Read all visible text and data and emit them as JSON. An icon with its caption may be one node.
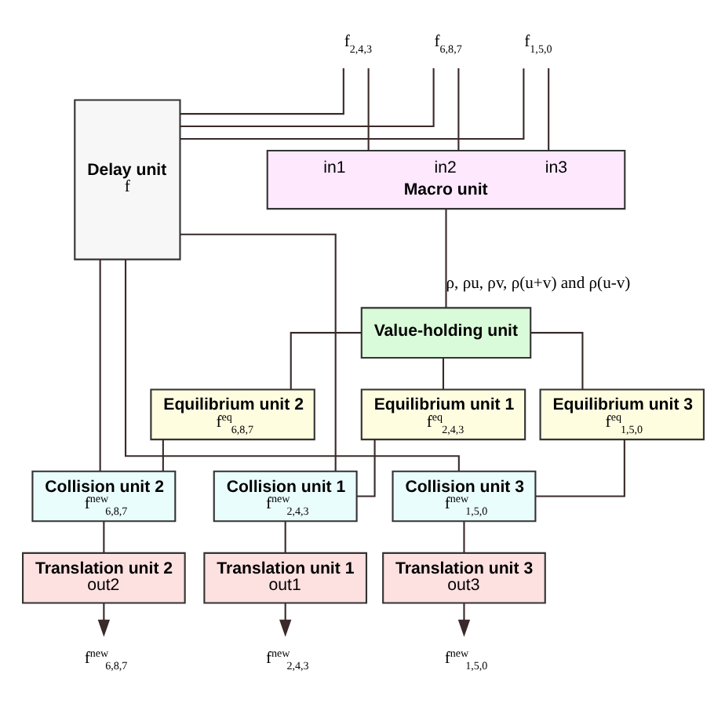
{
  "diagram": {
    "nodes": [
      {
        "text": [
          "f$_{2,4,3}$"
        ]
      },
      {
        "text": [
          "f$_{6,8,7}$"
        ]
      },
      {
        "text": [
          "f$_{1,5,0}$"
        ]
      },
      {
        "text": [
          "Delay unit",
          "f"
        ]
      },
      {
        "text": [
          "in1",
          "in2",
          "in3",
          "Macro unit"
        ]
      },
      {
        "text": [
          "Value-holding unit"
        ]
      },
      {
        "text": [
          "Equilibrium unit 1",
          "f$^{eq}$$_{2,4,3}$"
        ]
      },
      {
        "text": [
          "Equilibrium unit 2",
          "f$^{eq}$$_{6,8,7}$"
        ]
      },
      {
        "text": [
          "Equilibrium unit 3",
          "f$^{eq}$$_{1,5,0}$"
        ]
      },
      {
        "text": [
          "Collision unit 1",
          "f$^{new}$$_{2,4,3}$"
        ]
      },
      {
        "text": [
          "Collision unit 2",
          "f$^{new}$$_{6,8,7}$"
        ]
      },
      {
        "text": [
          "Collision unit 3",
          "f$^{new}$$_{1,5,0}$"
        ]
      },
      {
        "text": [
          "Translation unit 1",
          "out1"
        ]
      },
      {
        "text": [
          "Translation unit 2",
          "out2"
        ]
      },
      {
        "text": [
          "Translation unit 3",
          "out3"
        ]
      },
      {
        "text": [
          "f$^{new}$$_{2,4,3}$"
        ]
      },
      {
        "text": [
          "f$^{new}$$_{6,8,7}$"
        ]
      },
      {
        "text": [
          "f$^{new}$$_{1,5,0}$"
        ]
      }
    ],
    "edges": [
      {
        "from": 0,
        "to": 4,
        "arrow": "none"
      },
      {
        "from": 1,
        "to": 4,
        "arrow": "none"
      },
      {
        "from": 2,
        "to": 4,
        "arrow": "none"
      },
      {
        "from": 0,
        "to": 3,
        "arrow": "none"
      },
      {
        "from": 1,
        "to": 3,
        "arrow": "none"
      },
      {
        "from": 2,
        "to": 3,
        "arrow": "none"
      },
      {
        "from": 4,
        "to": 5,
        "arrow": "none",
        "label": "ρ, ρu, ρv, ρ(u+v) and ρ(u-v)"
      },
      {
        "from": 5,
        "to": 6,
        "arrow": "none"
      },
      {
        "from": 5,
        "to": 7,
        "arrow": "none"
      },
      {
        "from": 5,
        "to": 8,
        "arrow": "none"
      },
      {
        "from": 6,
        "to": 9,
        "arrow": "none"
      },
      {
        "from": 7,
        "to": 10,
        "arrow": "none"
      },
      {
        "from": 8,
        "to": 11,
        "arrow": "none"
      },
      {
        "from": 3,
        "to": 9,
        "arrow": "none"
      },
      {
        "from": 3,
        "to": 10,
        "arrow": "none"
      },
      {
        "from": 3,
        "to": 11,
        "arrow": "none"
      },
      {
        "from": 9,
        "to": 12,
        "arrow": "none"
      },
      {
        "from": 10,
        "to": 13,
        "arrow": "none"
      },
      {
        "from": 11,
        "to": 14,
        "arrow": "none"
      },
      {
        "from": 12,
        "to": 15,
        "arrow": "to"
      },
      {
        "from": 13,
        "to": 16,
        "arrow": "to"
      },
      {
        "from": 14,
        "to": 17,
        "arrow": "to"
      }
    ]
  }
}
